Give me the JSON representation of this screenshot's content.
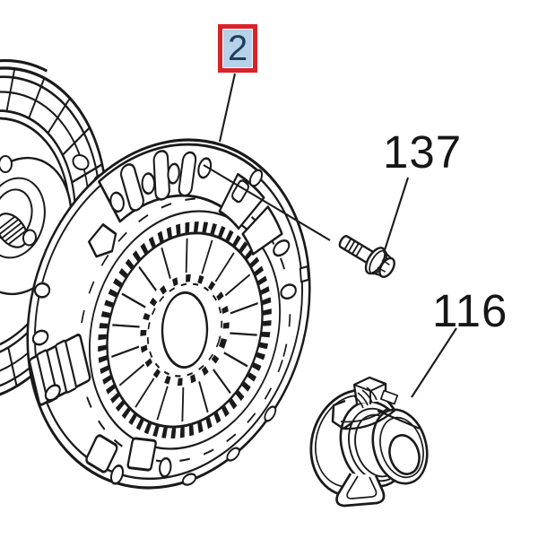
{
  "diagram": {
    "type": "parts-diagram",
    "background_color": "#ffffff",
    "line_color": "#1a1a1a",
    "selected_callout": {
      "number": "2",
      "box_color": "#d8232a",
      "highlight_color": "#b5d2e8",
      "text_color": "#1c3e5e"
    },
    "labels": [
      {
        "text": "137"
      },
      {
        "text": "116"
      }
    ],
    "figures": [
      {
        "name": "clutch-disc-drawing",
        "callout": ""
      },
      {
        "name": "clutch-cover-drawing",
        "callout": "2"
      },
      {
        "name": "flange-bolt-drawing",
        "callout": "137"
      },
      {
        "name": "release-bearing-drawing",
        "callout": "116"
      }
    ]
  }
}
